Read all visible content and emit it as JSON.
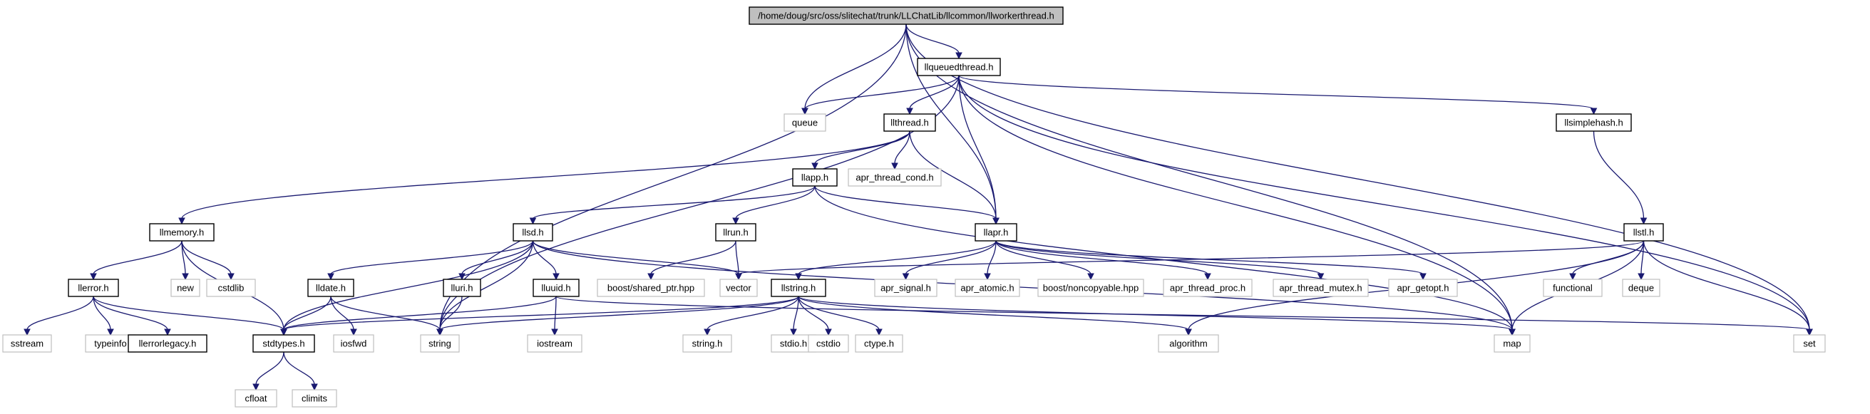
{
  "graph": {
    "nodes": [
      {
        "id": "root",
        "label": "/home/doug/src/oss/slitechat/trunk/LLChatLib/llcommon/llworkerthread.h",
        "kind": "root"
      },
      {
        "id": "llqueuedthread",
        "label": "llqueuedthread.h",
        "kind": "local"
      },
      {
        "id": "queue",
        "label": "queue",
        "kind": "system"
      },
      {
        "id": "llthread",
        "label": "llthread.h",
        "kind": "local"
      },
      {
        "id": "llsimplehash",
        "label": "llsimplehash.h",
        "kind": "local"
      },
      {
        "id": "apr_thread_cond",
        "label": "apr_thread_cond.h",
        "kind": "system"
      },
      {
        "id": "llapp",
        "label": "llapp.h",
        "kind": "local"
      },
      {
        "id": "llmemory",
        "label": "llmemory.h",
        "kind": "local"
      },
      {
        "id": "llsd",
        "label": "llsd.h",
        "kind": "local"
      },
      {
        "id": "llrun",
        "label": "llrun.h",
        "kind": "local"
      },
      {
        "id": "llapr",
        "label": "llapr.h",
        "kind": "local"
      },
      {
        "id": "llstl",
        "label": "llstl.h",
        "kind": "local"
      },
      {
        "id": "llerror",
        "label": "llerror.h",
        "kind": "local"
      },
      {
        "id": "new",
        "label": "new",
        "kind": "system"
      },
      {
        "id": "cstdlib",
        "label": "cstdlib",
        "kind": "system"
      },
      {
        "id": "lldate",
        "label": "lldate.h",
        "kind": "local"
      },
      {
        "id": "lluri",
        "label": "lluri.h",
        "kind": "local"
      },
      {
        "id": "lluuid",
        "label": "lluuid.h",
        "kind": "local"
      },
      {
        "id": "boost_shared_ptr",
        "label": "boost/shared_ptr.hpp",
        "kind": "system"
      },
      {
        "id": "vector",
        "label": "vector",
        "kind": "system"
      },
      {
        "id": "llstring",
        "label": "llstring.h",
        "kind": "local"
      },
      {
        "id": "apr_signal",
        "label": "apr_signal.h",
        "kind": "system"
      },
      {
        "id": "apr_atomic",
        "label": "apr_atomic.h",
        "kind": "system"
      },
      {
        "id": "boost_noncopyable",
        "label": "boost/noncopyable.hpp",
        "kind": "system"
      },
      {
        "id": "apr_thread_proc",
        "label": "apr_thread_proc.h",
        "kind": "system"
      },
      {
        "id": "apr_thread_mutex",
        "label": "apr_thread_mutex.h",
        "kind": "system"
      },
      {
        "id": "apr_getopt",
        "label": "apr_getopt.h",
        "kind": "system"
      },
      {
        "id": "functional",
        "label": "functional",
        "kind": "system"
      },
      {
        "id": "deque",
        "label": "deque",
        "kind": "system"
      },
      {
        "id": "sstream",
        "label": "sstream",
        "kind": "system"
      },
      {
        "id": "typeinfo",
        "label": "typeinfo",
        "kind": "system"
      },
      {
        "id": "llerrorlegacy",
        "label": "llerrorlegacy.h",
        "kind": "local"
      },
      {
        "id": "stdtypes",
        "label": "stdtypes.h",
        "kind": "local"
      },
      {
        "id": "iosfwd",
        "label": "iosfwd",
        "kind": "system"
      },
      {
        "id": "string",
        "label": "string",
        "kind": "system"
      },
      {
        "id": "iostream",
        "label": "iostream",
        "kind": "system"
      },
      {
        "id": "string_h",
        "label": "string.h",
        "kind": "system"
      },
      {
        "id": "stdio_h",
        "label": "stdio.h",
        "kind": "system"
      },
      {
        "id": "cstdio",
        "label": "cstdio",
        "kind": "system"
      },
      {
        "id": "ctype_h",
        "label": "ctype.h",
        "kind": "system"
      },
      {
        "id": "algorithm",
        "label": "algorithm",
        "kind": "system"
      },
      {
        "id": "map",
        "label": "map",
        "kind": "system"
      },
      {
        "id": "set",
        "label": "set",
        "kind": "system"
      },
      {
        "id": "cfloat",
        "label": "cfloat",
        "kind": "system"
      },
      {
        "id": "climits",
        "label": "climits",
        "kind": "system"
      }
    ],
    "edges": [
      [
        "root",
        "llqueuedthread"
      ],
      [
        "root",
        "queue"
      ],
      [
        "root",
        "llapr"
      ],
      [
        "root",
        "string"
      ],
      [
        "root",
        "map"
      ],
      [
        "root",
        "set"
      ],
      [
        "llqueuedthread",
        "queue"
      ],
      [
        "llqueuedthread",
        "llthread"
      ],
      [
        "llqueuedthread",
        "llsimplehash"
      ],
      [
        "llqueuedthread",
        "llapr"
      ],
      [
        "llqueuedthread",
        "string"
      ],
      [
        "llqueuedthread",
        "map"
      ],
      [
        "llqueuedthread",
        "set"
      ],
      [
        "llthread",
        "llapp"
      ],
      [
        "llthread",
        "apr_thread_cond"
      ],
      [
        "llthread",
        "llapr"
      ],
      [
        "llthread",
        "llmemory"
      ],
      [
        "llsimplehash",
        "llstl"
      ],
      [
        "llapp",
        "llsd"
      ],
      [
        "llapp",
        "llrun"
      ],
      [
        "llapp",
        "llapr"
      ],
      [
        "llapp",
        "map"
      ],
      [
        "llmemory",
        "llerror"
      ],
      [
        "llmemory",
        "new"
      ],
      [
        "llmemory",
        "cstdlib"
      ],
      [
        "llmemory",
        "stdtypes"
      ],
      [
        "llsd",
        "lldate"
      ],
      [
        "llsd",
        "lluri"
      ],
      [
        "llsd",
        "lluuid"
      ],
      [
        "llsd",
        "vector"
      ],
      [
        "llsd",
        "stdtypes"
      ],
      [
        "llsd",
        "string"
      ],
      [
        "llsd",
        "map"
      ],
      [
        "llrun",
        "boost_shared_ptr"
      ],
      [
        "llrun",
        "vector"
      ],
      [
        "llapr",
        "llstring"
      ],
      [
        "llapr",
        "apr_signal"
      ],
      [
        "llapr",
        "apr_atomic"
      ],
      [
        "llapr",
        "boost_noncopyable"
      ],
      [
        "llapr",
        "apr_thread_proc"
      ],
      [
        "llapr",
        "apr_thread_mutex"
      ],
      [
        "llapr",
        "apr_getopt"
      ],
      [
        "llstl",
        "vector"
      ],
      [
        "llstl",
        "functional"
      ],
      [
        "llstl",
        "deque"
      ],
      [
        "llstl",
        "algorithm"
      ],
      [
        "llstl",
        "map"
      ],
      [
        "llstl",
        "set"
      ],
      [
        "llerror",
        "sstream"
      ],
      [
        "llerror",
        "typeinfo"
      ],
      [
        "llerror",
        "llerrorlegacy"
      ],
      [
        "llerror",
        "stdtypes"
      ],
      [
        "lldate",
        "stdtypes"
      ],
      [
        "lldate",
        "iosfwd"
      ],
      [
        "lldate",
        "string"
      ],
      [
        "lluri",
        "string"
      ],
      [
        "lluuid",
        "stdtypes"
      ],
      [
        "lluuid",
        "iostream"
      ],
      [
        "lluuid",
        "set"
      ],
      [
        "llstring",
        "string"
      ],
      [
        "llstring",
        "string_h"
      ],
      [
        "llstring",
        "stdio_h"
      ],
      [
        "llstring",
        "cstdio"
      ],
      [
        "llstring",
        "ctype_h"
      ],
      [
        "llstring",
        "algorithm"
      ],
      [
        "llstring",
        "map"
      ],
      [
        "llstring",
        "stdtypes"
      ],
      [
        "stdtypes",
        "cfloat"
      ],
      [
        "stdtypes",
        "climits"
      ]
    ]
  },
  "colors": {
    "edge": "#191970",
    "root_fill": "#bfbfbf",
    "local_border": "#000000",
    "system_border": "#bfbfbf"
  }
}
